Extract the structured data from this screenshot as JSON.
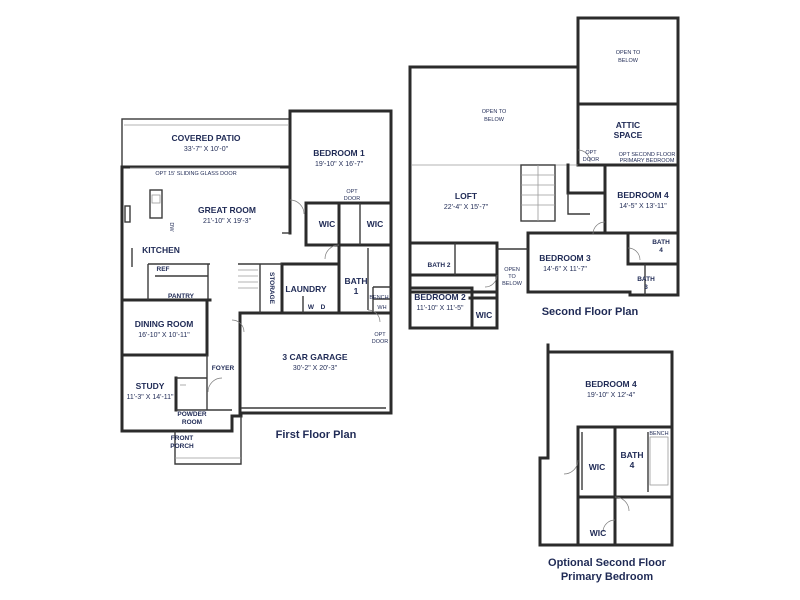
{
  "colors": {
    "label": "#1f2a55",
    "wall": "#2b2b2b",
    "background": "#ffffff"
  },
  "titles": {
    "first": "First Floor Plan",
    "second": "Second Floor Plan",
    "optional_1": "Optional Second Floor",
    "optional_2": "Primary Bedroom"
  },
  "first_floor": {
    "covered_patio": {
      "name": "COVERED PATIO",
      "dim": "33'-7\" X 10'-0\""
    },
    "sliding_door": "OPT 15' SLIDING GLASS DOOR",
    "great_room": {
      "name": "GREAT ROOM",
      "dim": "21'-10\" X 19'-3\""
    },
    "kitchen": "KITCHEN",
    "dw": "DW",
    "ref": "REF",
    "pantry": "PANTRY",
    "dining_room": {
      "name": "DINING ROOM",
      "dim": "16'-10\" X 10'-11\""
    },
    "study": {
      "name": "STUDY",
      "dim": "11'-3\" X 14'-11\""
    },
    "powder_room": [
      "POWDER",
      "ROOM"
    ],
    "foyer": "FOYER",
    "front_porch": [
      "FRONT",
      "PORCH"
    ],
    "bedroom1": {
      "name": "BEDROOM 1",
      "dim": "19'-10\" X 16'-7\""
    },
    "opt_door": [
      "OPT",
      "DOOR"
    ],
    "wic": "WIC",
    "bath1": [
      "BATH",
      "1"
    ],
    "laundry": "LAUNDRY",
    "w": "W",
    "d": "D",
    "storage": "STORAGE",
    "bench": "BENCH",
    "wh": "WH",
    "garage": {
      "name": "3 CAR GARAGE",
      "dim": "30'-2\" X 20'-3\""
    }
  },
  "second_floor": {
    "open_to_below": [
      "OPEN TO",
      "BELOW"
    ],
    "open_to_below_stair": [
      "OPEN",
      "TO",
      "BELOW"
    ],
    "attic": [
      "ATTIC",
      "SPACE"
    ],
    "opt_door": [
      "OPT",
      "DOOR"
    ],
    "opt_note": [
      "OPT SECOND FLOOR",
      "PRIMARY BEDROOM"
    ],
    "loft": {
      "name": "LOFT",
      "dim": "22'-4\" X 15'-7\""
    },
    "bedroom4": {
      "name": "BEDROOM 4",
      "dim": "14'-5\" X 13'-11\""
    },
    "bath4": [
      "BATH",
      "4"
    ],
    "bath3": [
      "BATH",
      "3"
    ],
    "bedroom3": {
      "name": "BEDROOM 3",
      "dim": "14'-6\" X 11'-7\""
    },
    "bath2": "BATH 2",
    "bedroom2": {
      "name": "BEDROOM 2",
      "dim": "11'-10\" X 11'-5\""
    },
    "wic": "WIC"
  },
  "optional": {
    "bedroom4": {
      "name": "BEDROOM 4",
      "dim": "19'-10\" X 12'-4\""
    },
    "bench": "BENCH",
    "wic": "WIC",
    "bath4": [
      "BATH",
      "4"
    ]
  }
}
